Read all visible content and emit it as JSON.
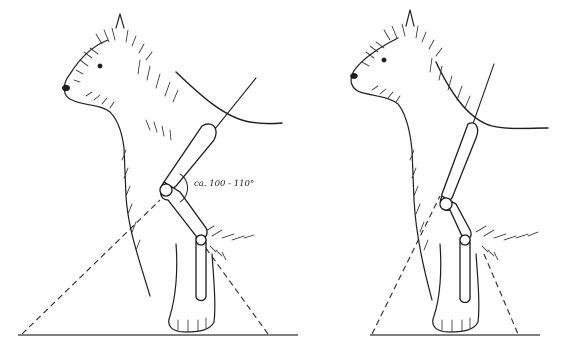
{
  "figures": [
    {
      "name": "left-dog",
      "angle_label": "ca. 100 - 110°"
    },
    {
      "name": "right-dog",
      "angle_label": ""
    }
  ],
  "colors": {
    "ink": "#1e1e1e",
    "paper": "#ffffff",
    "ground": "#555555"
  }
}
